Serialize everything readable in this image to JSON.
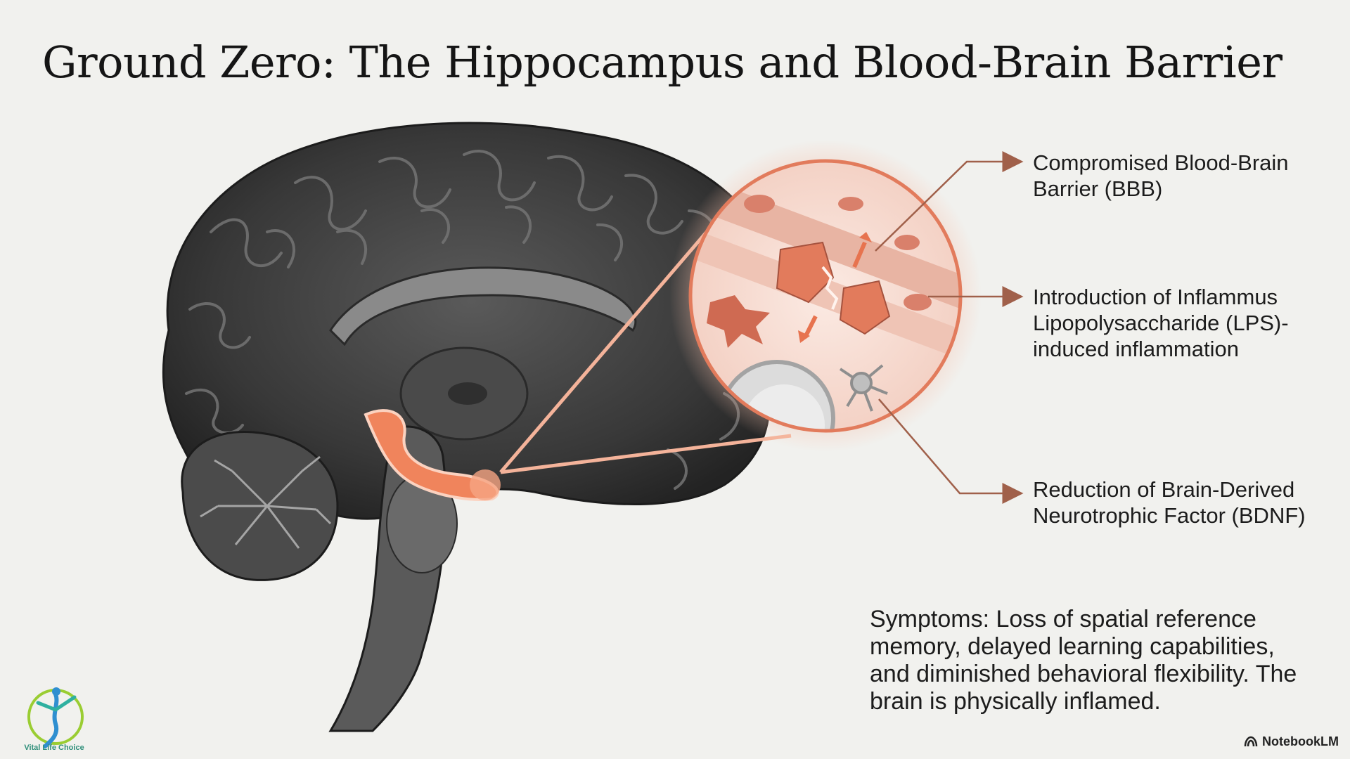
{
  "title": "Ground Zero: The Hippocampus and Blood-Brain Barrier",
  "callouts": [
    "Compromised Blood-Brain Barrier (BBB)",
    "Introduction of Inflammus Lipopolysaccharide (LPS)-induced inflammation",
    "Reduction of Brain-Derived Neurotrophic Factor (BDNF)"
  ],
  "symptoms": "Symptoms: Loss of spatial reference memory, delayed learning capabilities, and diminished behavioral flexibility. The brain is physically inflamed.",
  "logo_text": "Vital Life Choice",
  "branding": "NotebookLM",
  "colors": {
    "background": "#f1f1ee",
    "brain": "#3d3d3d",
    "highlight": "#f0845c",
    "arrow": "#a0604a"
  }
}
